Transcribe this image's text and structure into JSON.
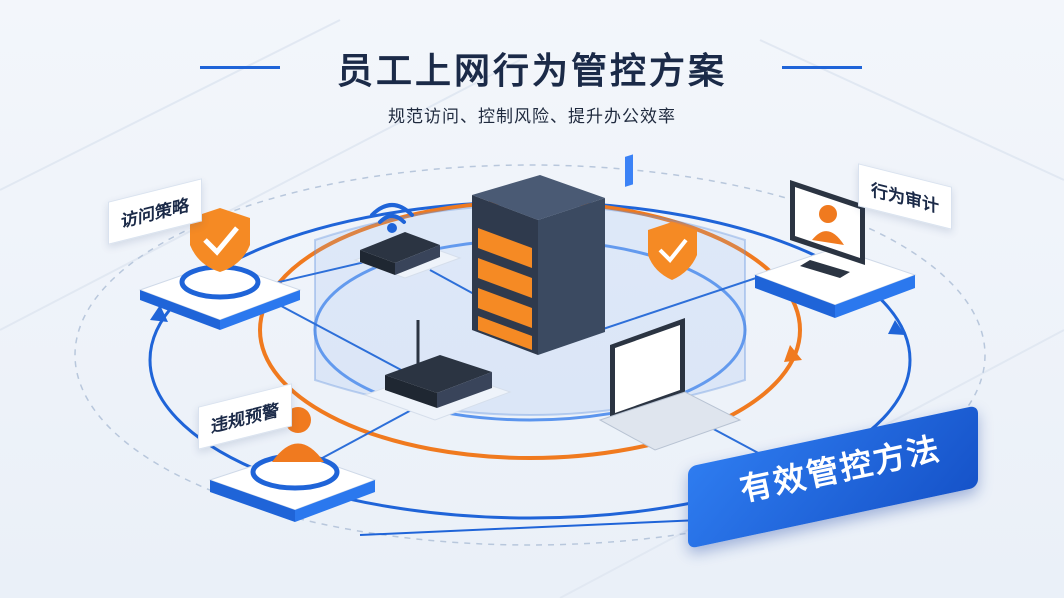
{
  "header": {
    "title": "员工上网行为管控方案",
    "subtitle": "规范访问、控制风险、提升办公效率"
  },
  "nodes": {
    "access_policy": "访问策略",
    "behavior_audit": "行为审计",
    "violation_alert": "违规预警"
  },
  "banner": {
    "label": "有效管控方法"
  },
  "colors": {
    "accent_blue": "#1f64d8",
    "accent_orange": "#f07a1f",
    "server_dark": "#2f3a4d"
  },
  "icons": [
    "shield-icon",
    "wifi-icon",
    "server-icon",
    "router-icon",
    "laptop-icon",
    "monitor-icon",
    "person-icon"
  ]
}
